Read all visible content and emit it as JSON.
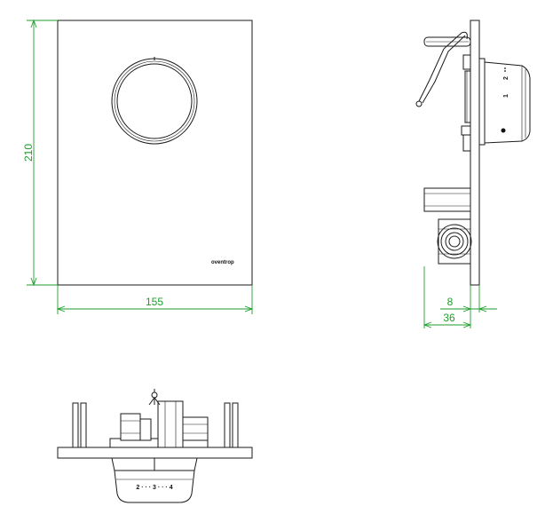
{
  "dimensions": {
    "height_label": "210",
    "width_label": "155",
    "depth_plate_label": "8",
    "depth_total_label": "36"
  },
  "brand_text": "oventrop",
  "scale": {
    "front_marks": [
      "2",
      "1"
    ],
    "top_marks": "2 · · · 3 · · · 4"
  },
  "colors": {
    "dimension": "#1e9e2a",
    "line": "#1a1a1a"
  }
}
